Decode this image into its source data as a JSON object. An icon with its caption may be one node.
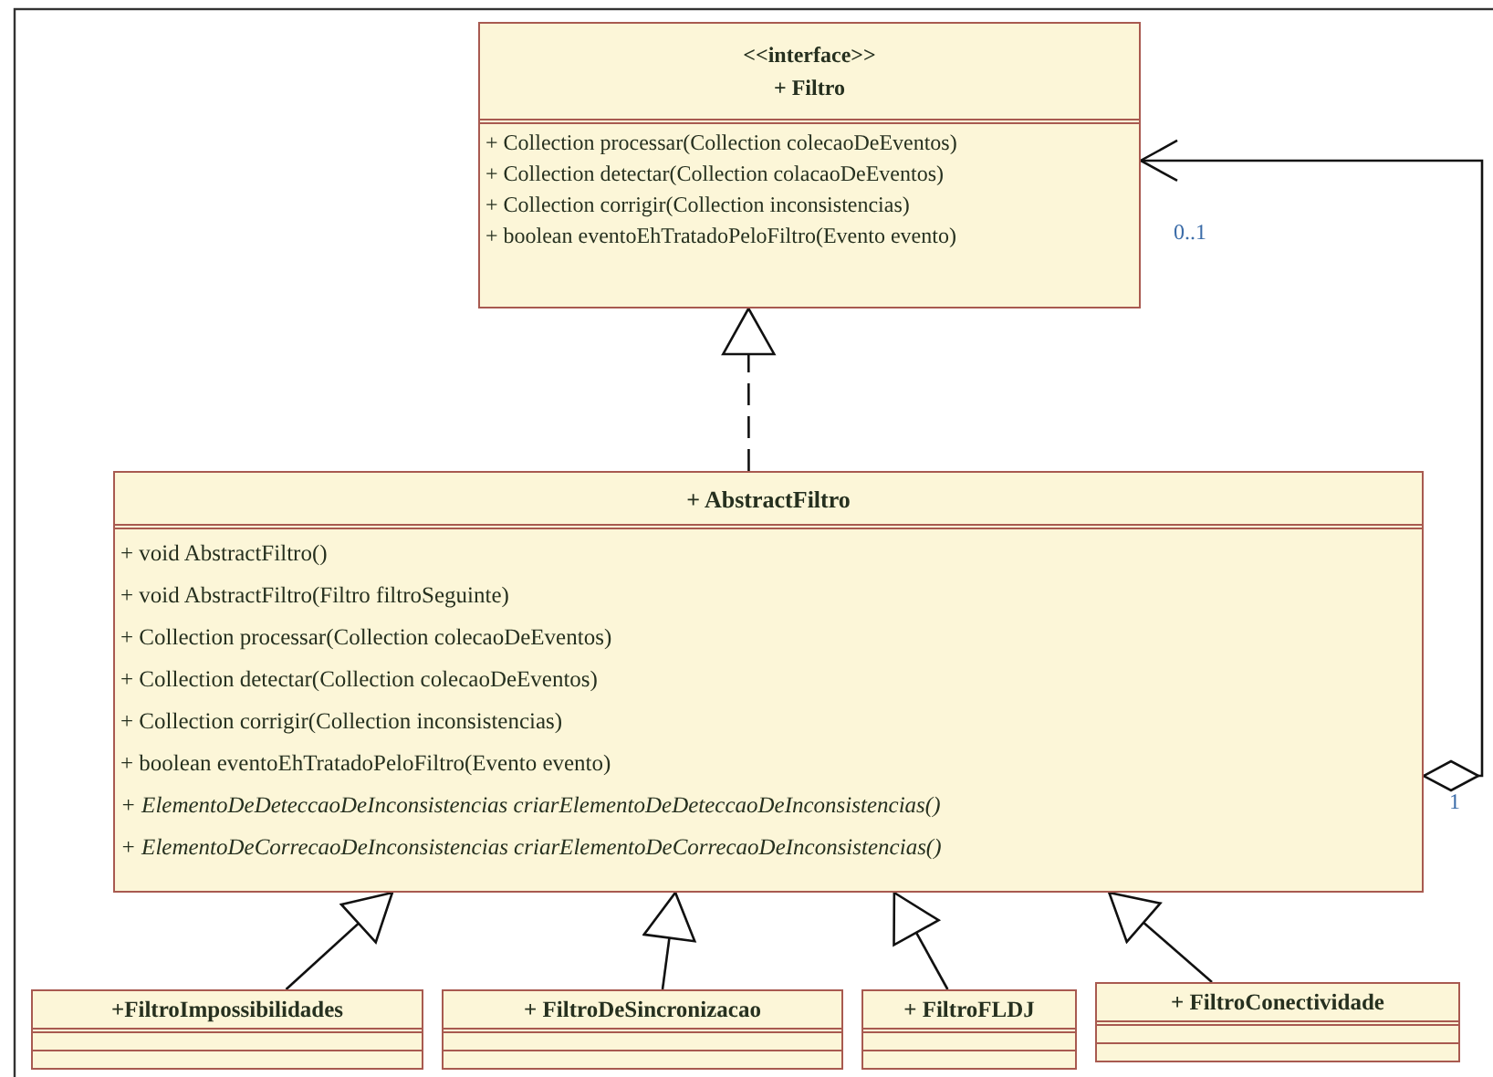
{
  "diagram": {
    "nodes": [
      {
        "text": [
          "<<interface>>",
          "+ Filtro",
          "+ Collection processar(Collection colecaoDeEventos)",
          "+ Collection detectar(Collection colacaoDeEventos)",
          "+ Collection corrigir(Collection inconsistencias)",
          "+ boolean eventoEhTratadoPeloFiltro(Evento evento)"
        ]
      },
      {
        "text": [
          "+ AbstractFiltro",
          "+ void AbstractFiltro()",
          "+ void AbstractFiltro(Filtro filtroSeguinte)",
          "+ Collection processar(Collection colecaoDeEventos)",
          "+ Collection detectar(Collection colecaoDeEventos)",
          "+ Collection corrigir(Collection inconsistencias)",
          "+ boolean eventoEhTratadoPeloFiltro(Evento evento)",
          "+ ElementoDeDeteccaoDeInconsistencias criarElementoDeDeteccaoDeInconsistencias()",
          "+ ElementoDeCorrecaoDeInconsistencias criarElementoDeCorrecaoDeInconsistencias()"
        ]
      },
      {
        "text": [
          "+FiltroImpossibilidades"
        ]
      },
      {
        "text": [
          "+ FiltroDeSincronizacao"
        ]
      },
      {
        "text": [
          "+ FiltroFLDJ"
        ]
      },
      {
        "text": [
          "+ FiltroConectividade"
        ]
      }
    ],
    "edges": [
      {
        "from": 1,
        "to": 0,
        "arrow": "to",
        "style": "dashed"
      },
      {
        "from": 1,
        "to": 0,
        "arrow": "to"
      },
      {
        "from": 2,
        "to": 1,
        "arrow": "to"
      },
      {
        "from": 3,
        "to": 1,
        "arrow": "to"
      },
      {
        "from": 4,
        "to": 1,
        "arrow": "to"
      },
      {
        "from": 5,
        "to": 1,
        "arrow": "to"
      }
    ],
    "labels": [
      "0..1",
      "1"
    ]
  }
}
